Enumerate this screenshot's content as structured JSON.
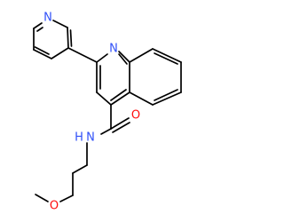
{
  "molecule": {
    "atoms": {
      "pyridine_n": {
        "symbol": "N",
        "color": "#3050F8"
      },
      "quinoline_n": {
        "symbol": "N",
        "color": "#3050F8"
      },
      "carbonyl_o": {
        "symbol": "O",
        "color": "#FF0D0D"
      },
      "amide_n": {
        "symbol": "N",
        "color": "#3050F8"
      },
      "amide_h": {
        "symbol": "H",
        "color": "#3050F8"
      },
      "ether_o": {
        "symbol": "O",
        "color": "#FF0D0D"
      }
    },
    "bond_color": "#000000"
  }
}
